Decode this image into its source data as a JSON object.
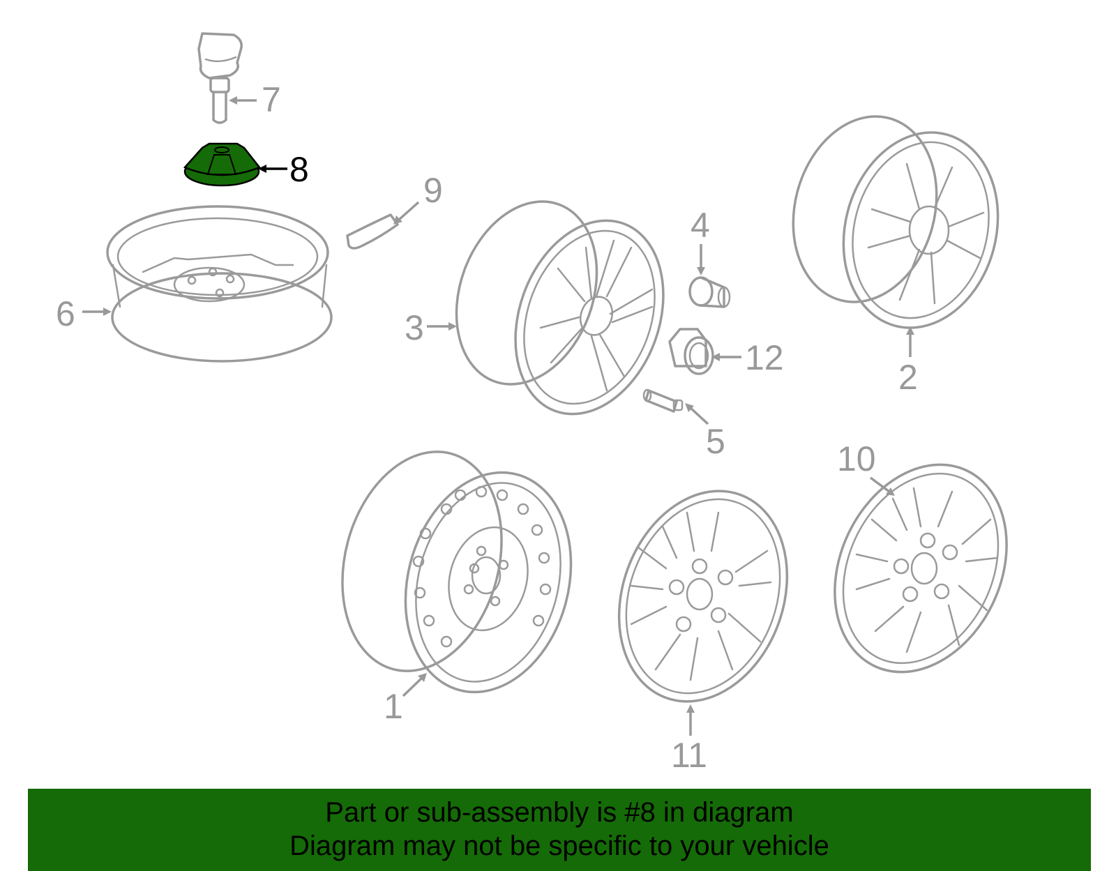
{
  "diagram": {
    "highlight_color": "#156b07",
    "line_color": "#9a9a9a",
    "highlighted_part": "8",
    "callouts": {
      "p1": "1",
      "p2": "2",
      "p3": "3",
      "p4": "4",
      "p5": "5",
      "p6": "6",
      "p7": "7",
      "p8": "8",
      "p9": "9",
      "p10": "10",
      "p11": "11",
      "p12": "12"
    }
  },
  "banner": {
    "line1": "Part or sub-assembly is #8 in diagram",
    "line2": "Diagram may not be specific to your vehicle",
    "background": "#156b07"
  }
}
